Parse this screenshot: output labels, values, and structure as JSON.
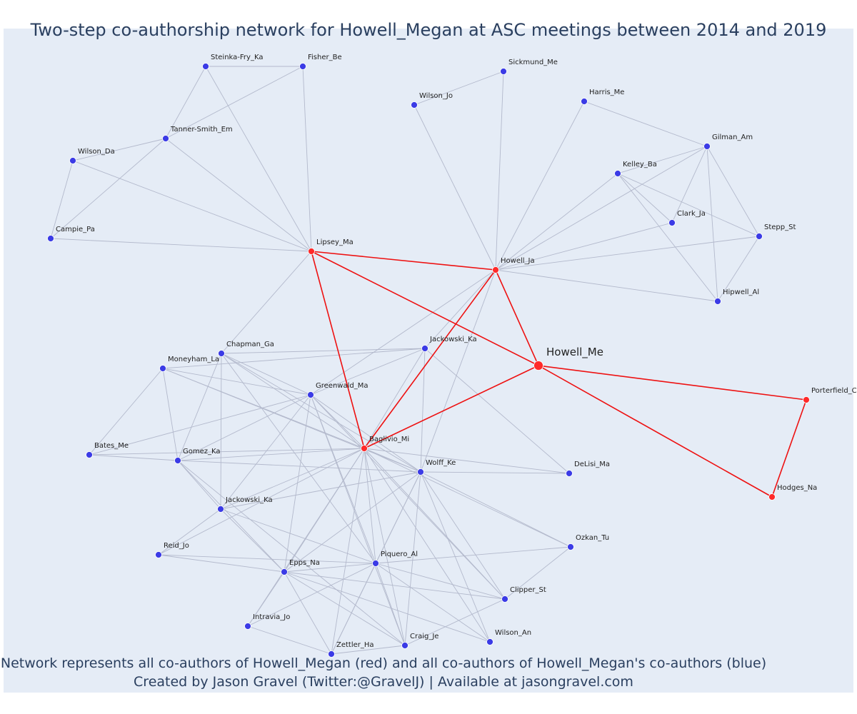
{
  "title": "Two-step co-authorship network for Howell_Megan at ASC meetings between 2014 and 2019",
  "caption": {
    "line1": "Network represents all co-authors of Howell_Megan (red) and all co-authors of Howell_Megan's co-authors (blue)",
    "line2": "Created by Jason Gravel (Twitter:@GravelJ) | Available at jasongravel.com"
  },
  "colors": {
    "background": "#e5ecf6",
    "primary_node": "#ff2a2a",
    "secondary_node": "#3b3be6",
    "primary_edge": "#ee1111",
    "secondary_edge": "#b3b9cc",
    "text": "#2a3f5f"
  },
  "chart_data": {
    "type": "network",
    "focal": "Howell_Me",
    "nodes": [
      {
        "id": "Howell_Me",
        "label": "Howell_Me",
        "group": "focal"
      },
      {
        "id": "Lipsey_Ma",
        "label": "Lipsey_Ma",
        "group": "coauthor"
      },
      {
        "id": "Howell_Ja",
        "label": "Howell_Ja",
        "group": "coauthor"
      },
      {
        "id": "Baglivio_Mi",
        "label": "Baglivio_Mi",
        "group": "coauthor"
      },
      {
        "id": "Porterfield_C",
        "label": "Porterfield_C",
        "group": "coauthor"
      },
      {
        "id": "Hodges_Na",
        "label": "Hodges_Na",
        "group": "coauthor"
      },
      {
        "id": "Steinka-Fry_Ka",
        "label": "Steinka-Fry_Ka",
        "group": "second"
      },
      {
        "id": "Fisher_Be",
        "label": "Fisher_Be",
        "group": "second"
      },
      {
        "id": "Tanner-Smith_Em",
        "label": "Tanner-Smith_Em",
        "group": "second"
      },
      {
        "id": "Wilson_Da",
        "label": "Wilson_Da",
        "group": "second"
      },
      {
        "id": "Campie_Pa",
        "label": "Campie_Pa",
        "group": "second"
      },
      {
        "id": "Sickmund_Me",
        "label": "Sickmund_Me",
        "group": "second"
      },
      {
        "id": "Wilson_Jo",
        "label": "Wilson_Jo",
        "group": "second"
      },
      {
        "id": "Harris_Me",
        "label": "Harris_Me",
        "group": "second"
      },
      {
        "id": "Gilman_Am",
        "label": "Gilman_Am",
        "group": "second"
      },
      {
        "id": "Kelley_Ba",
        "label": "Kelley_Ba",
        "group": "second"
      },
      {
        "id": "Clark_Ja",
        "label": "Clark_Ja",
        "group": "second"
      },
      {
        "id": "Stepp_St",
        "label": "Stepp_St",
        "group": "second"
      },
      {
        "id": "Hipwell_Al",
        "label": "Hipwell_Al",
        "group": "second"
      },
      {
        "id": "Jackowski_Ka_1",
        "label": "Jackowski_Ka",
        "group": "second"
      },
      {
        "id": "Chapman_Ga",
        "label": "Chapman_Ga",
        "group": "second"
      },
      {
        "id": "Moneyham_La",
        "label": "Moneyham_La",
        "group": "second"
      },
      {
        "id": "Greenwald_Ma",
        "label": "Greenwald_Ma",
        "group": "second"
      },
      {
        "id": "Bates_Me",
        "label": "Bates_Me",
        "group": "second"
      },
      {
        "id": "Gomez_Ka",
        "label": "Gomez_Ka",
        "group": "second"
      },
      {
        "id": "Wolff_Ke",
        "label": "Wolff_Ke",
        "group": "second"
      },
      {
        "id": "DeLisi_Ma",
        "label": "DeLisi_Ma",
        "group": "second"
      },
      {
        "id": "Jackowski_Ka_2",
        "label": "Jackowski_Ka",
        "group": "second"
      },
      {
        "id": "Reid_Jo",
        "label": "Reid_Jo",
        "group": "second"
      },
      {
        "id": "Ozkan_Tu",
        "label": "Ozkan_Tu",
        "group": "second"
      },
      {
        "id": "Epps_Na",
        "label": "Epps_Na",
        "group": "second"
      },
      {
        "id": "Piquero_Al",
        "label": "Piquero_Al",
        "group": "second"
      },
      {
        "id": "Clipper_St",
        "label": "Clipper_St",
        "group": "second"
      },
      {
        "id": "Intravia_Jo",
        "label": "Intravia_Jo",
        "group": "second"
      },
      {
        "id": "Wilson_An",
        "label": "Wilson_An",
        "group": "second"
      },
      {
        "id": "Craig_Je",
        "label": "Craig_Je",
        "group": "second"
      },
      {
        "id": "Zettler_Ha",
        "label": "Zettler_Ha",
        "group": "second"
      }
    ],
    "primary_edges": [
      [
        "Howell_Me",
        "Lipsey_Ma"
      ],
      [
        "Howell_Me",
        "Howell_Ja"
      ],
      [
        "Howell_Me",
        "Baglivio_Mi"
      ],
      [
        "Howell_Me",
        "Porterfield_C"
      ],
      [
        "Howell_Me",
        "Hodges_Na"
      ],
      [
        "Lipsey_Ma",
        "Howell_Ja"
      ],
      [
        "Lipsey_Ma",
        "Baglivio_Mi"
      ],
      [
        "Howell_Ja",
        "Baglivio_Mi"
      ],
      [
        "Porterfield_C",
        "Hodges_Na"
      ]
    ],
    "secondary_edges": [
      [
        "Steinka-Fry_Ka",
        "Fisher_Be"
      ],
      [
        "Steinka-Fry_Ka",
        "Tanner-Smith_Em"
      ],
      [
        "Steinka-Fry_Ka",
        "Lipsey_Ma"
      ],
      [
        "Fisher_Be",
        "Tanner-Smith_Em"
      ],
      [
        "Fisher_Be",
        "Lipsey_Ma"
      ],
      [
        "Tanner-Smith_Em",
        "Lipsey_Ma"
      ],
      [
        "Tanner-Smith_Em",
        "Wilson_Da"
      ],
      [
        "Tanner-Smith_Em",
        "Campie_Pa"
      ],
      [
        "Wilson_Da",
        "Campie_Pa"
      ],
      [
        "Wilson_Da",
        "Lipsey_Ma"
      ],
      [
        "Campie_Pa",
        "Lipsey_Ma"
      ],
      [
        "Lipsey_Ma",
        "Chapman_Ga"
      ],
      [
        "Sickmund_Me",
        "Wilson_Jo"
      ],
      [
        "Sickmund_Me",
        "Howell_Ja"
      ],
      [
        "Wilson_Jo",
        "Howell_Ja"
      ],
      [
        "Harris_Me",
        "Howell_Ja"
      ],
      [
        "Harris_Me",
        "Gilman_Am"
      ],
      [
        "Gilman_Am",
        "Kelley_Ba"
      ],
      [
        "Gilman_Am",
        "Clark_Ja"
      ],
      [
        "Gilman_Am",
        "Stepp_St"
      ],
      [
        "Gilman_Am",
        "Hipwell_Al"
      ],
      [
        "Gilman_Am",
        "Howell_Ja"
      ],
      [
        "Kelley_Ba",
        "Clark_Ja"
      ],
      [
        "Kelley_Ba",
        "Stepp_St"
      ],
      [
        "Kelley_Ba",
        "Hipwell_Al"
      ],
      [
        "Kelley_Ba",
        "Howell_Ja"
      ],
      [
        "Clark_Ja",
        "Howell_Ja"
      ],
      [
        "Stepp_St",
        "Hipwell_Al"
      ],
      [
        "Stepp_St",
        "Howell_Ja"
      ],
      [
        "Hipwell_Al",
        "Howell_Ja"
      ],
      [
        "Howell_Ja",
        "Greenwald_Ma"
      ],
      [
        "Howell_Ja",
        "Wolff_Ke"
      ],
      [
        "Howell_Ja",
        "Jackowski_Ka_1"
      ],
      [
        "Jackowski_Ka_1",
        "Chapman_Ga"
      ],
      [
        "Jackowski_Ka_1",
        "Moneyham_La"
      ],
      [
        "Jackowski_Ka_1",
        "Greenwald_Ma"
      ],
      [
        "Jackowski_Ka_1",
        "Baglivio_Mi"
      ],
      [
        "Jackowski_Ka_1",
        "Wolff_Ke"
      ],
      [
        "Jackowski_Ka_1",
        "DeLisi_Ma"
      ],
      [
        "Chapman_Ga",
        "Greenwald_Ma"
      ],
      [
        "Chapman_Ga",
        "Baglivio_Mi"
      ],
      [
        "Chapman_Ga",
        "Gomez_Ka"
      ],
      [
        "Chapman_Ga",
        "Jackowski_Ka_2"
      ],
      [
        "Chapman_Ga",
        "Wolff_Ke"
      ],
      [
        "Chapman_Ga",
        "Piquero_Al"
      ],
      [
        "Moneyham_La",
        "Greenwald_Ma"
      ],
      [
        "Moneyham_La",
        "Baglivio_Mi"
      ],
      [
        "Moneyham_La",
        "Bates_Me"
      ],
      [
        "Moneyham_La",
        "Gomez_Ka"
      ],
      [
        "Moneyham_La",
        "Wolff_Ke"
      ],
      [
        "Greenwald_Ma",
        "Baglivio_Mi"
      ],
      [
        "Greenwald_Ma",
        "Bates_Me"
      ],
      [
        "Greenwald_Ma",
        "Gomez_Ka"
      ],
      [
        "Greenwald_Ma",
        "Wolff_Ke"
      ],
      [
        "Greenwald_Ma",
        "Jackowski_Ka_2"
      ],
      [
        "Greenwald_Ma",
        "Epps_Na"
      ],
      [
        "Greenwald_Ma",
        "Piquero_Al"
      ],
      [
        "Greenwald_Ma",
        "Craig_Je"
      ],
      [
        "Greenwald_Ma",
        "Clipper_St"
      ],
      [
        "Bates_Me",
        "Baglivio_Mi"
      ],
      [
        "Bates_Me",
        "Gomez_Ka"
      ],
      [
        "Gomez_Ka",
        "Baglivio_Mi"
      ],
      [
        "Gomez_Ka",
        "Wolff_Ke"
      ],
      [
        "Gomez_Ka",
        "Epps_Na"
      ],
      [
        "Gomez_Ka",
        "Jackowski_Ka_2"
      ],
      [
        "Gomez_Ka",
        "Craig_Je"
      ],
      [
        "Baglivio_Mi",
        "Wolff_Ke"
      ],
      [
        "Baglivio_Mi",
        "DeLisi_Ma"
      ],
      [
        "Baglivio_Mi",
        "Jackowski_Ka_2"
      ],
      [
        "Baglivio_Mi",
        "Reid_Jo"
      ],
      [
        "Baglivio_Mi",
        "Epps_Na"
      ],
      [
        "Baglivio_Mi",
        "Piquero_Al"
      ],
      [
        "Baglivio_Mi",
        "Ozkan_Tu"
      ],
      [
        "Baglivio_Mi",
        "Clipper_St"
      ],
      [
        "Baglivio_Mi",
        "Craig_Je"
      ],
      [
        "Baglivio_Mi",
        "Zettler_Ha"
      ],
      [
        "Baglivio_Mi",
        "Wilson_An"
      ],
      [
        "Baglivio_Mi",
        "Intravia_Jo"
      ],
      [
        "Wolff_Ke",
        "DeLisi_Ma"
      ],
      [
        "Wolff_Ke",
        "Jackowski_Ka_2"
      ],
      [
        "Wolff_Ke",
        "Epps_Na"
      ],
      [
        "Wolff_Ke",
        "Piquero_Al"
      ],
      [
        "Wolff_Ke",
        "Ozkan_Tu"
      ],
      [
        "Wolff_Ke",
        "Clipper_St"
      ],
      [
        "Wolff_Ke",
        "Craig_Je"
      ],
      [
        "Wolff_Ke",
        "Zettler_Ha"
      ],
      [
        "Wolff_Ke",
        "Wilson_An"
      ],
      [
        "Jackowski_Ka_2",
        "Epps_Na"
      ],
      [
        "Jackowski_Ka_2",
        "Piquero_Al"
      ],
      [
        "Jackowski_Ka_2",
        "Reid_Jo"
      ],
      [
        "Reid_Jo",
        "Epps_Na"
      ],
      [
        "Reid_Jo",
        "Piquero_Al"
      ],
      [
        "Epps_Na",
        "Piquero_Al"
      ],
      [
        "Epps_Na",
        "Intravia_Jo"
      ],
      [
        "Epps_Na",
        "Zettler_Ha"
      ],
      [
        "Epps_Na",
        "Craig_Je"
      ],
      [
        "Epps_Na",
        "Wilson_An"
      ],
      [
        "Epps_Na",
        "Clipper_St"
      ],
      [
        "Piquero_Al",
        "Ozkan_Tu"
      ],
      [
        "Piquero_Al",
        "Clipper_St"
      ],
      [
        "Piquero_Al",
        "Craig_Je"
      ],
      [
        "Piquero_Al",
        "Zettler_Ha"
      ],
      [
        "Piquero_Al",
        "Wilson_An"
      ],
      [
        "Piquero_Al",
        "Intravia_Jo"
      ],
      [
        "Ozkan_Tu",
        "Clipper_St"
      ],
      [
        "Intravia_Jo",
        "Zettler_Ha"
      ],
      [
        "Zettler_Ha",
        "Craig_Je"
      ],
      [
        "Craig_Je",
        "Clipper_St"
      ]
    ]
  }
}
